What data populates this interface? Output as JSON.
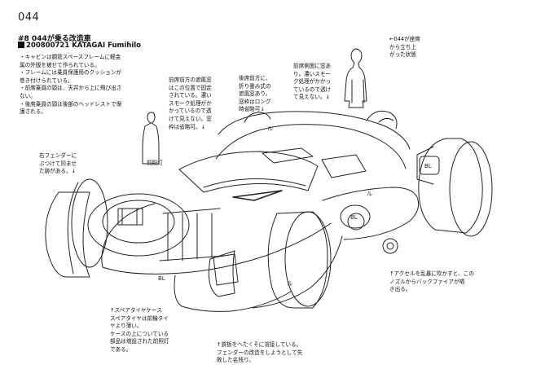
{
  "page_number": "044",
  "header": {
    "title": "#8 044が乗る改造車",
    "subtitle": "200800721 KATAGAI Fumihilo"
  },
  "notes": {
    "cabin": [
      "・キャビンは鋼管スペースフレームに軽金",
      "属の外版を被せて作られている。",
      "・フレームには乗員保護用のクッションが",
      "巻き付けられている。",
      "・前席乗員の頭は、天井から上に飛び出さ",
      "ない。",
      "・後席乗員の頭は後部のヘッドレストで保",
      "護される。"
    ],
    "windshield": [
      "前席前方の遮風窓",
      "はこの位置で固定",
      "されている。濃い",
      "スモーク処理がか",
      "かっているので透",
      "けて見えない。窓",
      "枠は省略可。↓"
    ],
    "rear_front_window": [
      "後席前方に、",
      "折り畳み式の",
      "遮風窓あり。",
      "窓枠はロング",
      "時省略可↓"
    ],
    "front_side_window": [
      "前席側面に窓あ",
      "り。濃いスモー",
      "ク処理がかかっ",
      "ているので透け",
      "て見えない。↓"
    ],
    "standing": [
      "←044が座席",
      "から立ち上",
      "がった状態"
    ],
    "headlight_label": "前照灯",
    "fender": [
      "右フェンダーに",
      "ぶつけて凹ませ",
      "た跡がある。↓"
    ],
    "spare_tire": [
      "↑スペアタイヤケース",
      "スペアタイヤは前輪タイ",
      "ヤより薄い。",
      "ケースの上についている",
      "部品は増設された前照灯",
      "である。"
    ],
    "iron_plate": [
      "↑鉄板をへたくそに溶接している。",
      "フェンダーの改造をしようとして失",
      "敗した名残り。"
    ],
    "backfire": [
      "↑アクセルを乱暴に吹かすと、この",
      "ノズルからバックファイアが噴",
      "き出る。"
    ]
  },
  "drawing_marks": [
    "BL",
    "BL",
    "BL",
    "ル",
    "ル",
    "ル"
  ]
}
